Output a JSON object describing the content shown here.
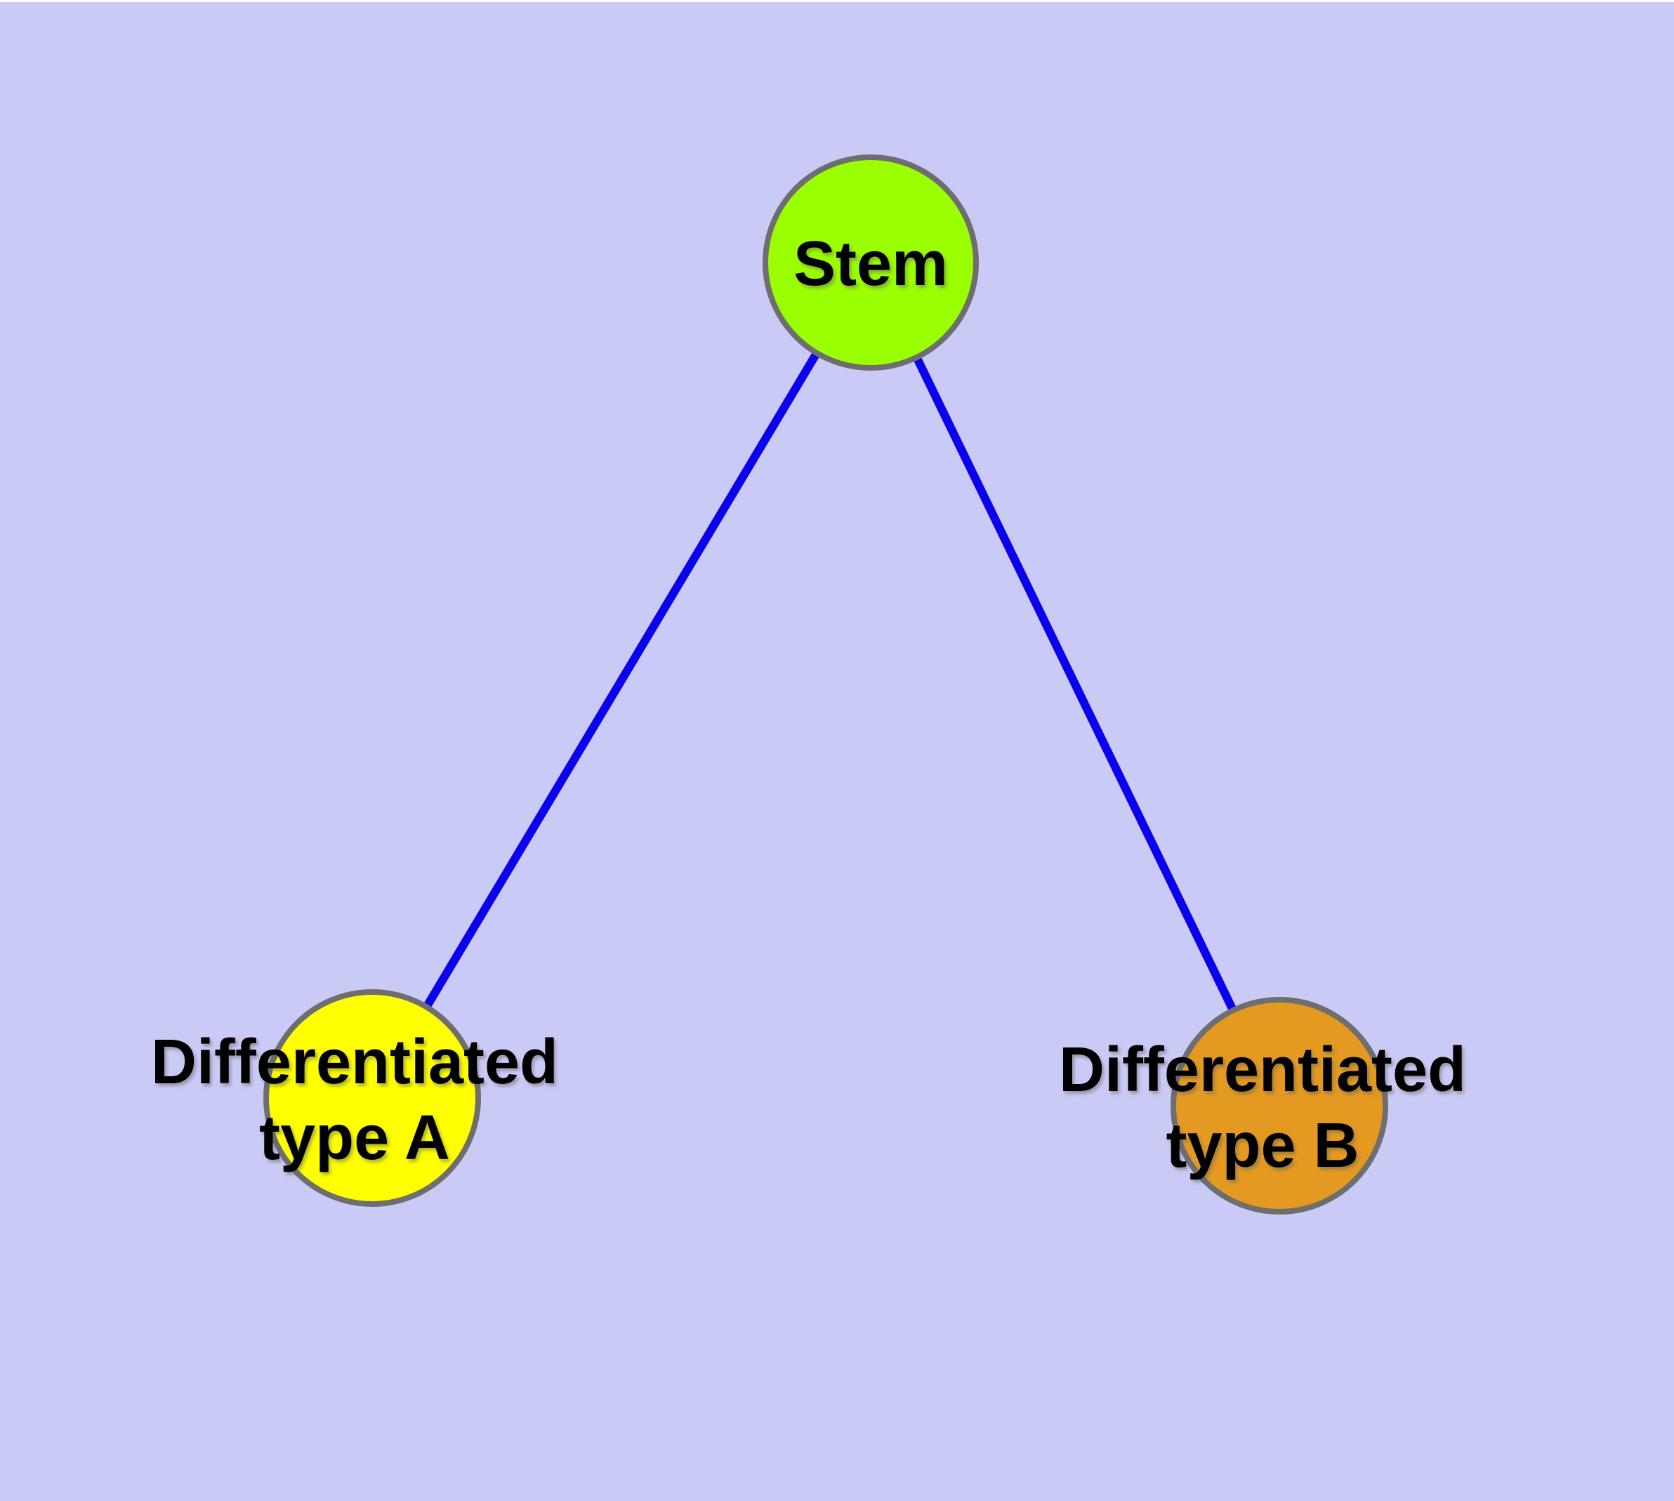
{
  "diagram": {
    "background_color": "#cacaf7",
    "page_margin_color": "#ffffff",
    "edge_color": "#0b00ee",
    "node_border_color": "#6e6e6e",
    "text_color": "#000000",
    "nodes": [
      {
        "id": "stem",
        "label": "Stem",
        "fill_color": "#9aff00"
      },
      {
        "id": "differentiated-type-a",
        "label_line1": "Differentiated",
        "label_line2": "type A",
        "fill_color": "#ffff00"
      },
      {
        "id": "differentiated-type-b",
        "label_line1": "Differentiated",
        "label_line2": "type B",
        "fill_color": "#e49a20"
      }
    ],
    "edges": [
      {
        "from": "Stem",
        "to": "Differentiated type A"
      },
      {
        "from": "Stem",
        "to": "Differentiated type B"
      }
    ]
  }
}
